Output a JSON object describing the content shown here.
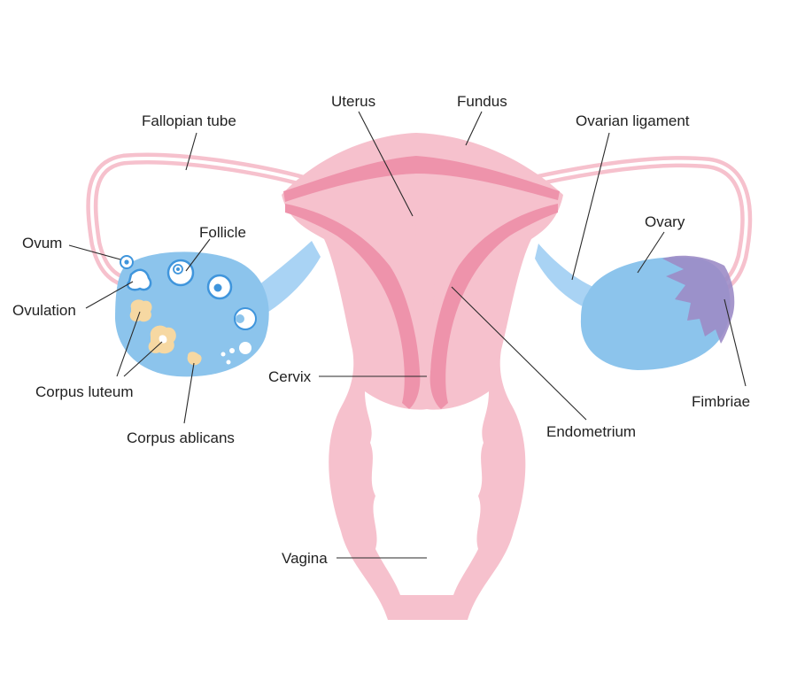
{
  "colors": {
    "tissue": "#f6c1cd",
    "tissue_dark": "#ee93ab",
    "ovary": "#8cc4ec",
    "ovary_outline": "#3f95dc",
    "ligament": "#a9d3f4",
    "fimbriae": "#9c8cc6",
    "corpus": "#f6d8a2",
    "background": "#ffffff",
    "text": "#222222"
  },
  "labels": {
    "fallopian_tube": "Fallopian tube",
    "uterus": "Uterus",
    "fundus": "Fundus",
    "ovarian_ligament": "Ovarian ligament",
    "ovum": "Ovum",
    "follicle": "Follicle",
    "ovary": "Ovary",
    "ovulation": "Ovulation",
    "corpus_luteum": "Corpus luteum",
    "corpus_ablicans": "Corpus ablicans",
    "cervix": "Cervix",
    "endometrium": "Endometrium",
    "fimbriae": "Fimbriae",
    "vagina": "Vagina"
  }
}
